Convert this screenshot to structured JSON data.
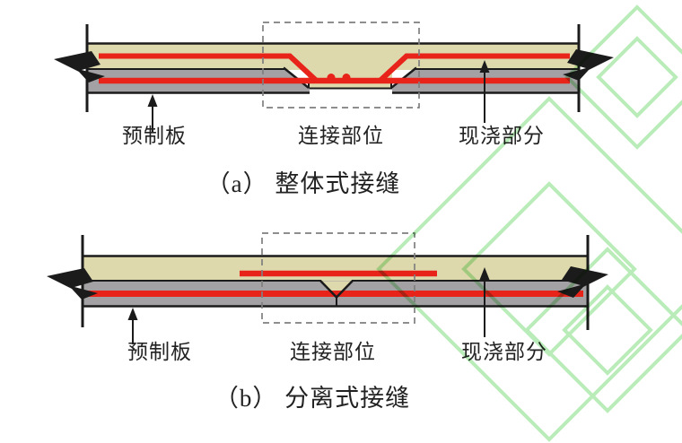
{
  "panel_a": {
    "caption": "（a） 整体式接缝",
    "labels": {
      "precast": "预制板",
      "joint": "连接部位",
      "cast": "现浇部分"
    }
  },
  "panel_b": {
    "caption": "（b） 分离式接缝",
    "labels": {
      "precast": "预制板",
      "joint": "连接部位",
      "cast": "现浇部分"
    }
  },
  "colors": {
    "topping_beige": "#ded9ad",
    "precast_gray": "#a3a1a4",
    "rebar_red": "#e8231a",
    "outline_black": "#1b1b1b",
    "dashed_box_gray": "#7f7f7f",
    "watermark_green": "#7fdd7f"
  }
}
